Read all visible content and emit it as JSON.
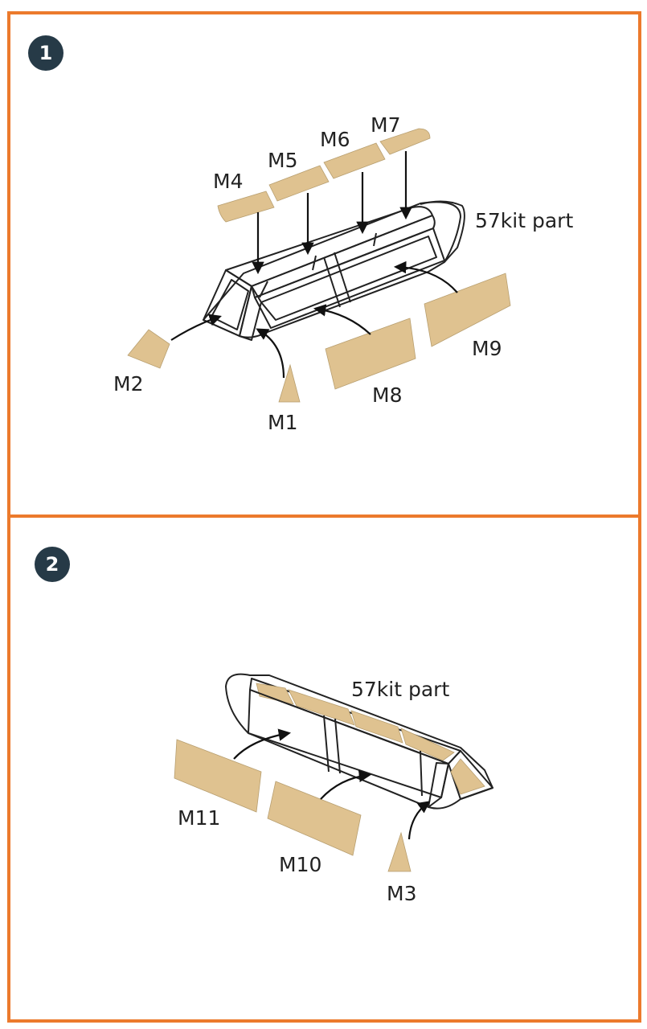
{
  "steps": [
    {
      "number": "1",
      "kit_part_label": "57kit part",
      "masks": {
        "m1": "M1",
        "m2": "M2",
        "m4": "M4",
        "m5": "M5",
        "m6": "M6",
        "m7": "M7",
        "m8": "M8",
        "m9": "M9"
      }
    },
    {
      "number": "2",
      "kit_part_label": "57kit part",
      "masks": {
        "m3": "M3",
        "m10": "M10",
        "m11": "M11"
      }
    }
  ],
  "colors": {
    "frame_border": "#ec7a2c",
    "badge": "#263a47",
    "mask_fill": "#dfc290",
    "outline": "#222222"
  }
}
